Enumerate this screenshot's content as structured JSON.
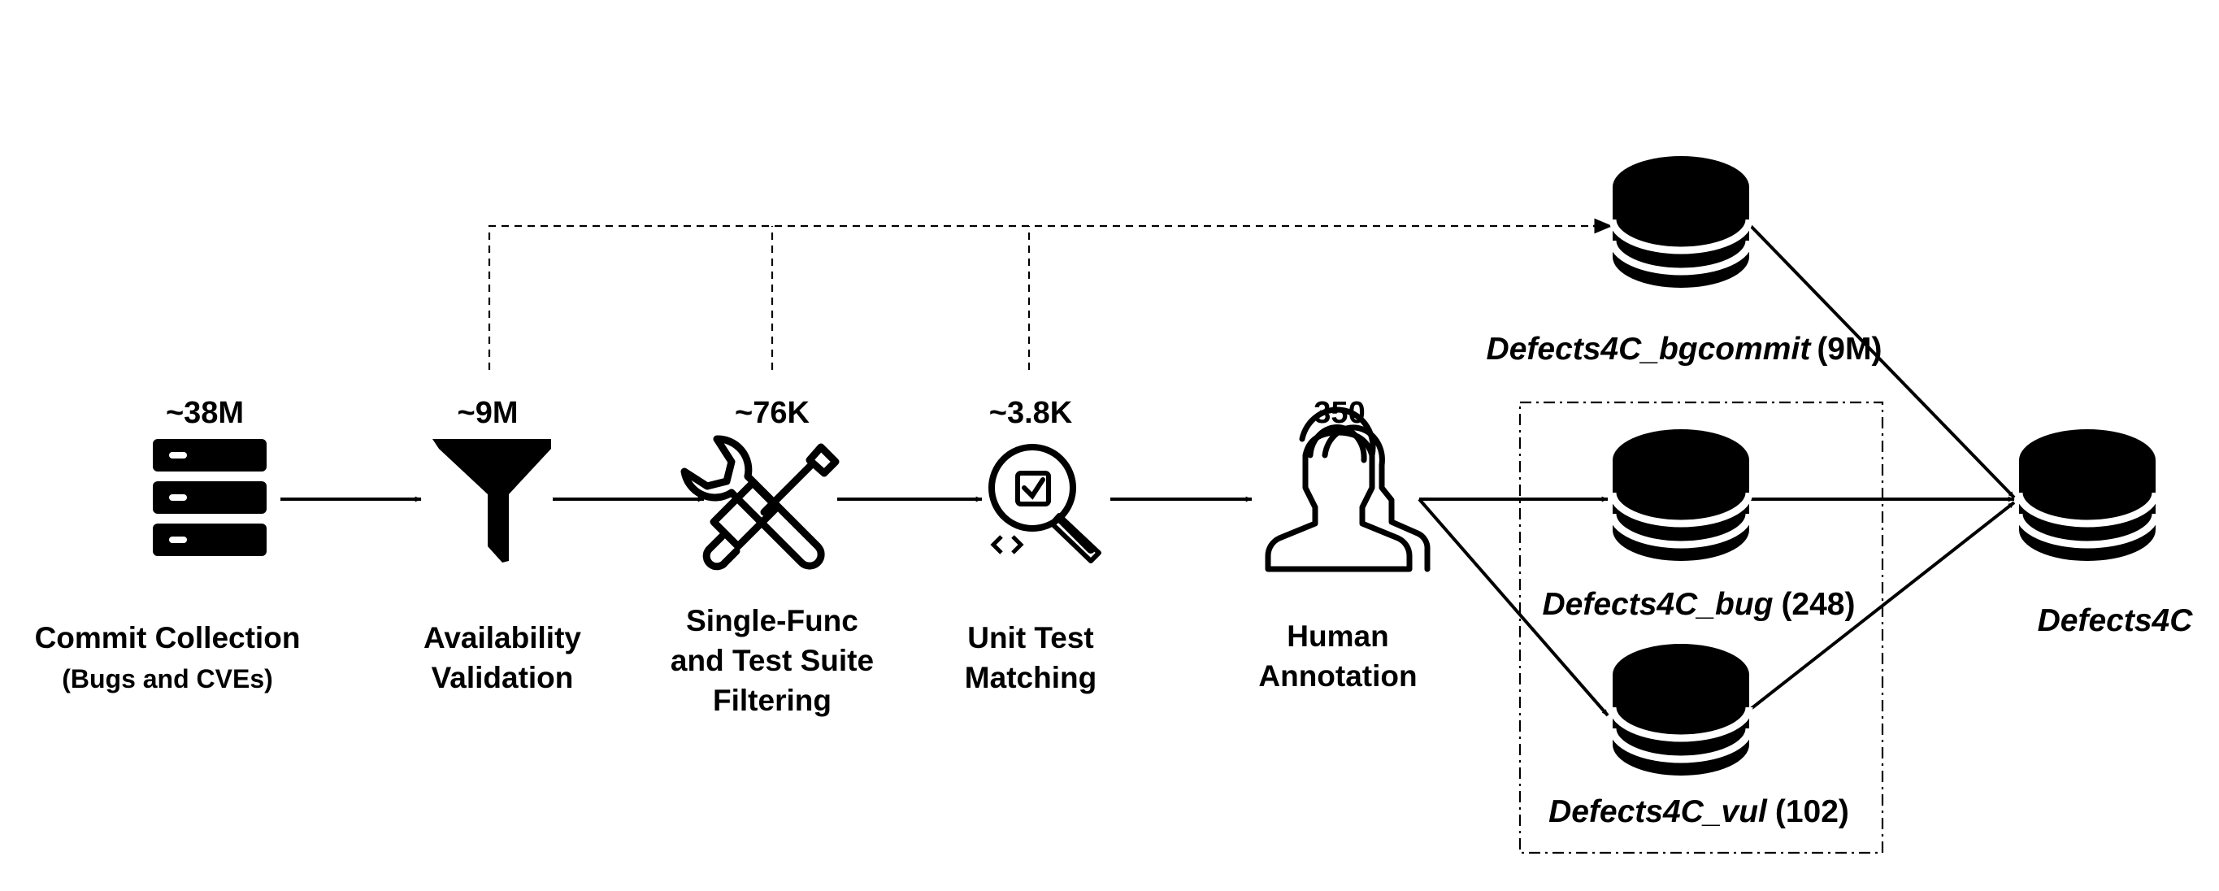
{
  "stages": [
    {
      "id": "commit-collection",
      "count": "~38M",
      "label_lines": [
        "Commit Collection"
      ],
      "sublabel": "(Bugs and CVEs)",
      "icon": "server-stack-icon"
    },
    {
      "id": "availability-validation",
      "count": "~9M",
      "label_lines": [
        "Availability",
        "Validation"
      ],
      "icon": "funnel-icon"
    },
    {
      "id": "single-func-filtering",
      "count": "~76K",
      "label_lines": [
        "Single-Func",
        "and Test Suite",
        "Filtering"
      ],
      "icon": "wrench-screwdriver-icon"
    },
    {
      "id": "unit-test-matching",
      "count": "~3.8K",
      "label_lines": [
        "Unit Test",
        "Matching"
      ],
      "icon": "magnifier-check-icon"
    },
    {
      "id": "human-annotation",
      "count": "350",
      "label_lines": [
        "Human",
        "Annotation"
      ],
      "icon": "users-icon"
    }
  ],
  "datasets": {
    "bgcommit": {
      "name": "Defects4C_bgcommit",
      "count": "(9M)",
      "icon": "database-icon"
    },
    "bug": {
      "name": "Defects4C_bug",
      "count": "(248)",
      "icon": "database-icon"
    },
    "vul": {
      "name": "Defects4C_vul",
      "count": "(102)",
      "icon": "database-icon"
    },
    "final": {
      "name": "Defects4C",
      "icon": "database-icon"
    }
  }
}
